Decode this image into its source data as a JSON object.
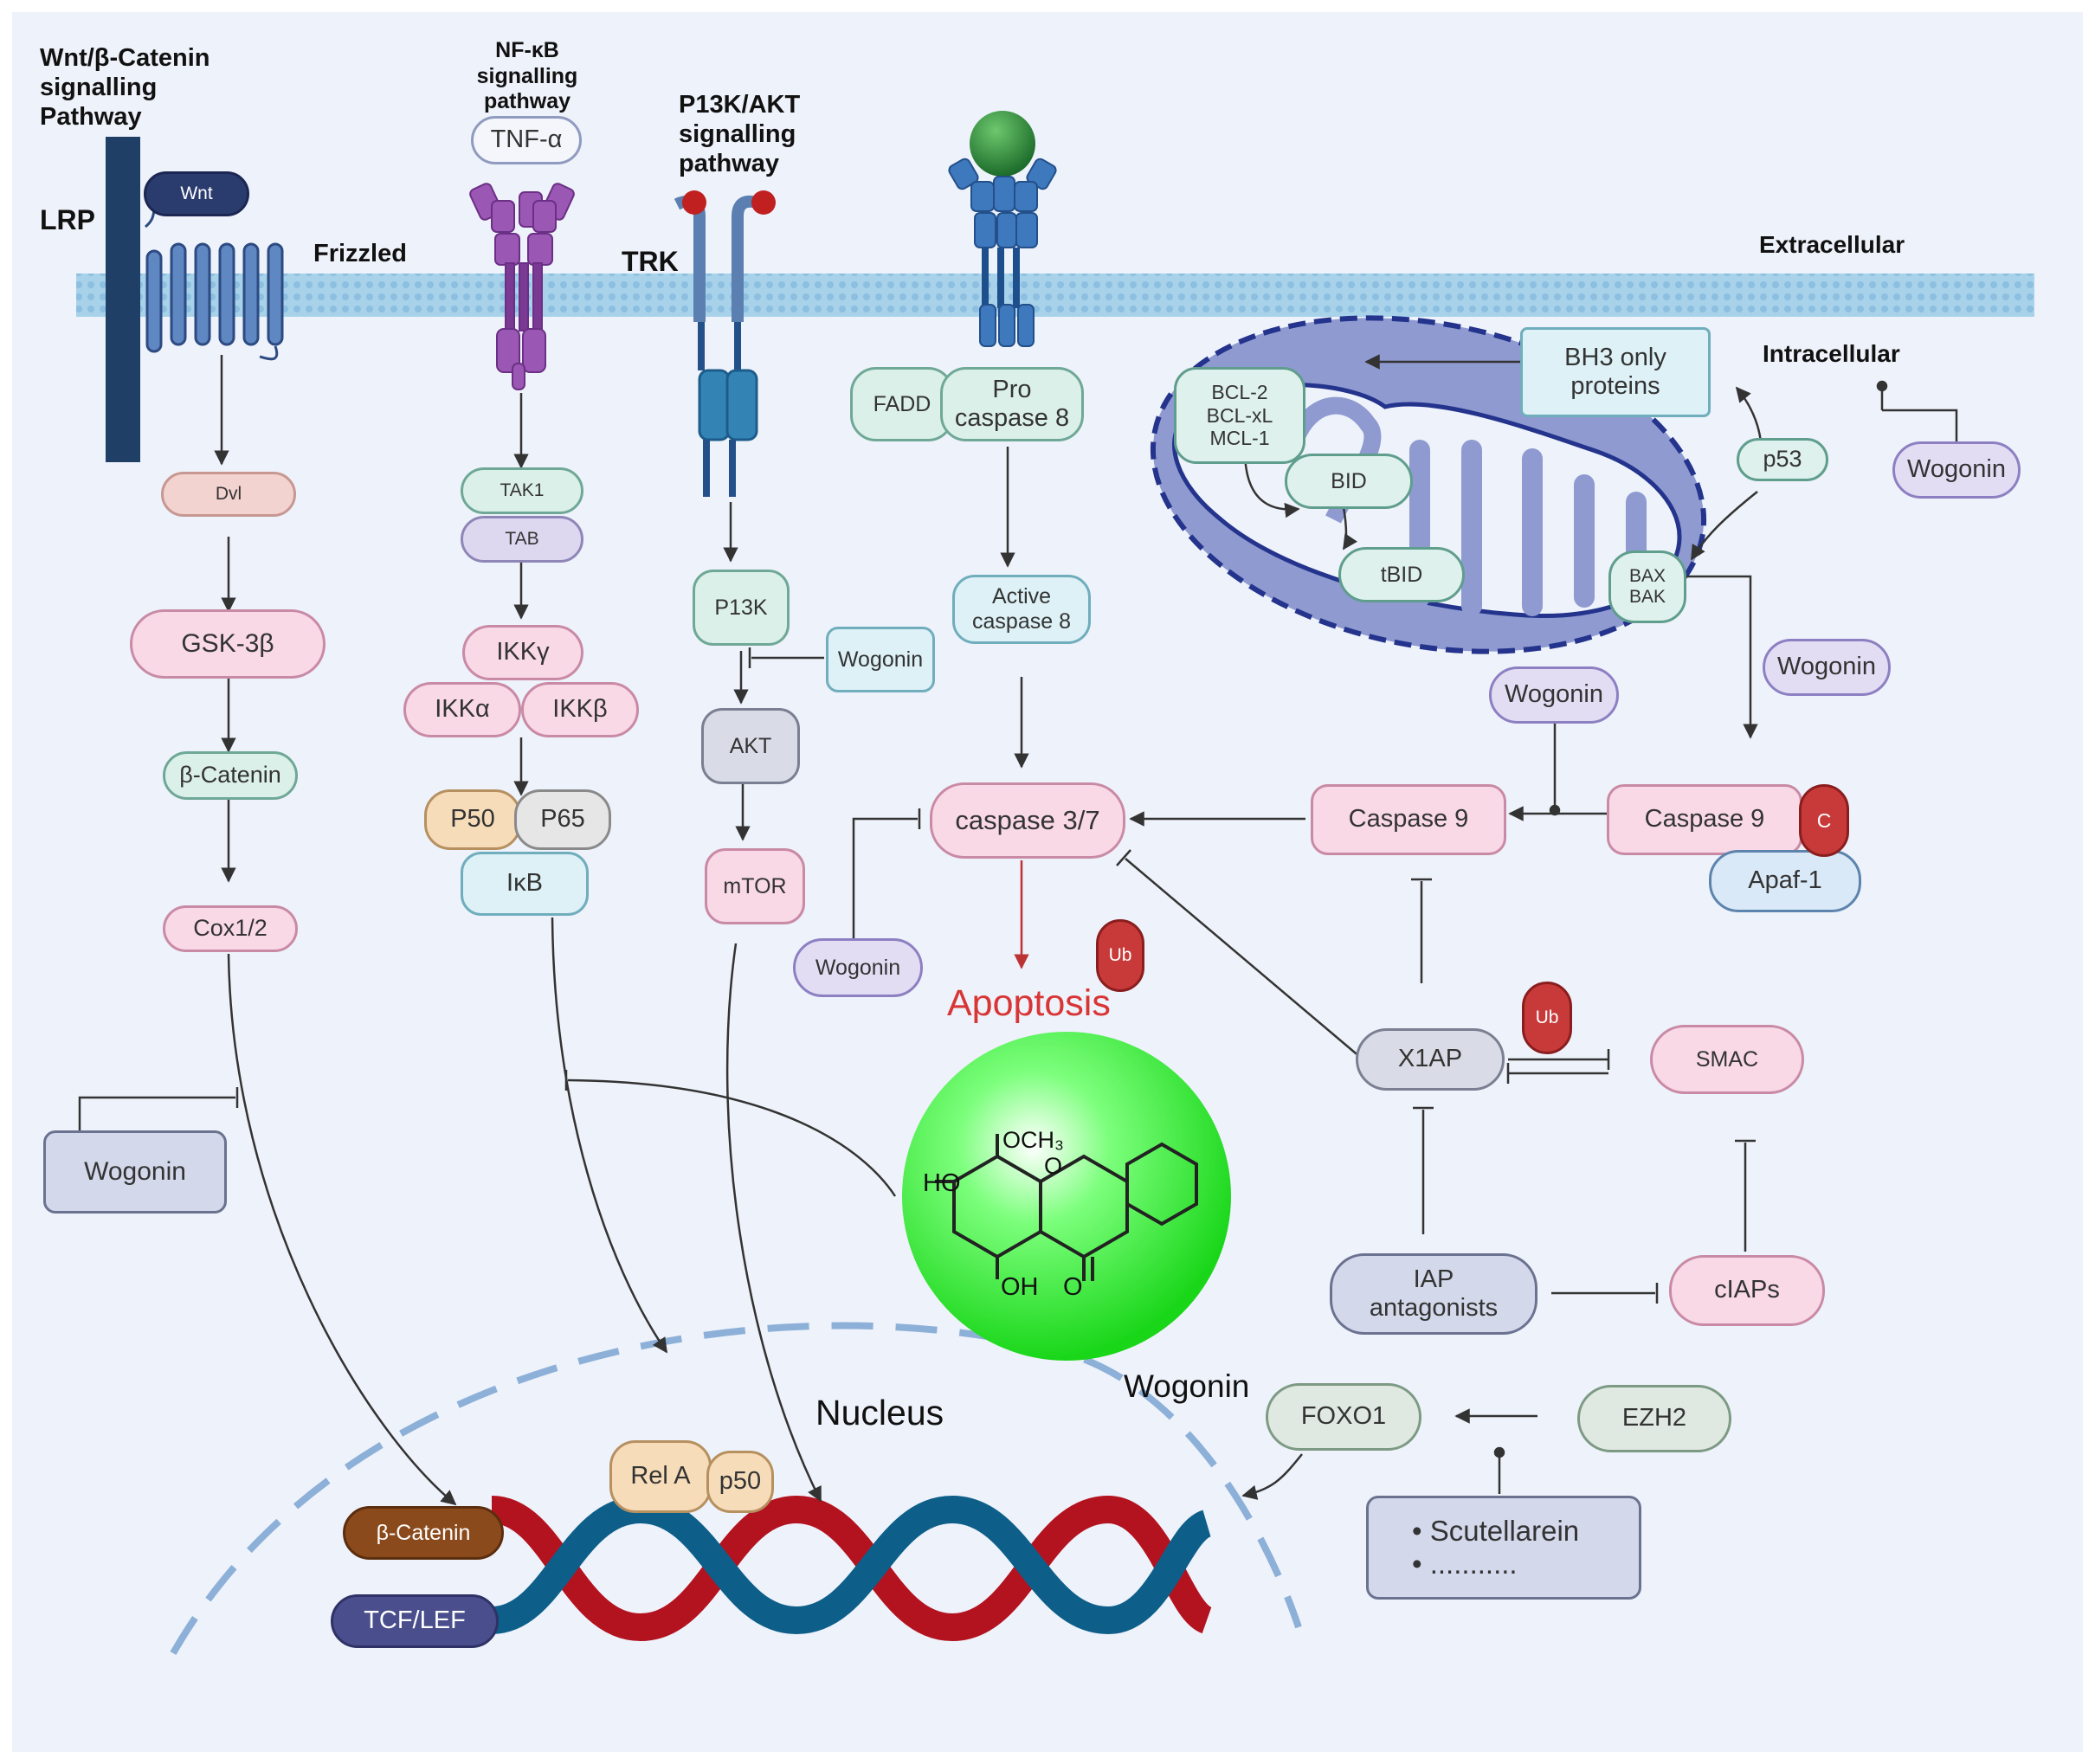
{
  "titles": {
    "wnt_pathway": "Wnt/β-Catenin\nsignalling\nPathway",
    "nfkb_pathway": "NF-κB\nsignalling\npathway",
    "pi3k_pathway": "P13K/AKT\nsignalling\npathway"
  },
  "labels": {
    "lrp": "LRP",
    "frizzled": "Frizzled",
    "trk": "TRK",
    "extracellular": "Extracellular",
    "intracellular": "Intracellular",
    "apoptosis": "Apoptosis",
    "nucleus": "Nucleus",
    "wogonin_free": "Wogonin",
    "compound_ho_left": "HO",
    "compound_och3": "OCH₃",
    "compound_oh_bottom": "OH",
    "compound_o_ring": "O",
    "compound_o_keto": "O"
  },
  "nodes": {
    "wnt": "Wnt",
    "dvl": "Dvl",
    "gsk3b": "GSK-3β",
    "beta_catenin": "β-Catenin",
    "cox": "Cox1/2",
    "wogonin_wnt": "Wogonin",
    "tnfa": "TNF-α",
    "tak1": "TAK1",
    "tab": "TAB",
    "ikkg": "IKKγ",
    "ikka": "IKKα",
    "ikkb": "IKKβ",
    "p50": "P50",
    "p65": "P65",
    "ikb": "IκB",
    "pi3k": "P13K",
    "wogonin_pi3k": "Wogonin",
    "akt": "AKT",
    "mtor": "mTOR",
    "fadd": "FADD",
    "pro_casp8": "Pro\ncaspase 8",
    "active_casp8": "Active\ncaspase 8",
    "casp37": "caspase 3/7",
    "wogonin_casp": "Wogonin",
    "ub1": "Ub",
    "ub2": "Ub",
    "bcl": "BCL-2\nBCL-xL\nMCL-1",
    "bid": "BID",
    "tbid": "tBID",
    "bax": "BAX\nBAK",
    "bh3": "BH3 only\nproteins",
    "p53": "p53",
    "wogonin_p53": "Wogonin",
    "wogonin_bax": "Wogonin",
    "wogonin_mito": "Wogonin",
    "casp9": "Caspase 9",
    "casp9_apaf": "Caspase 9",
    "c_badge": "C",
    "apaf1": "Apaf-1",
    "xiap": "X1AP",
    "smac": "SMAC",
    "iap_ant": "IAP\nantagonists",
    "ciaps": "cIAPs",
    "foxo1": "FOXO1",
    "ezh2": "EZH2",
    "scutellarein_list": "• Scutellarein\n• ...........",
    "rela": "Rel A",
    "p50_nuc": "p50",
    "bcat_nuc": "β-Catenin",
    "tcf": "TCF/LEF"
  },
  "colors": {
    "membrane": "#9fc9e6",
    "mitochondria": "#8e9ad0",
    "apoptosis_text": "#d83535",
    "dna_red": "#b3121f",
    "dna_blue": "#0d5f8a",
    "compound_sphere": "#19e619"
  }
}
